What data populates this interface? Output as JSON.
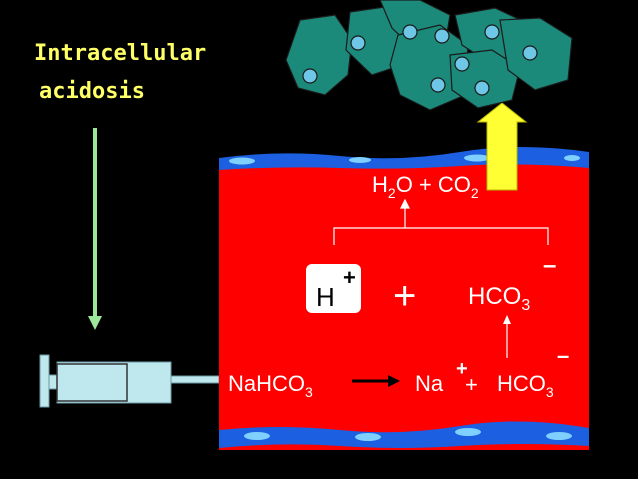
{
  "side_label": {
    "line1": "Intracellular",
    "line2": "acidosis"
  },
  "reaction": {
    "top": {
      "h": "H",
      "two_a": "2",
      "o_plus_c": "O + CO",
      "two_b": "2"
    },
    "proton": {
      "h": "H",
      "plus": "+"
    },
    "combine": "+",
    "bicarb": {
      "main": "HCO",
      "sub": "3",
      "minus": "–"
    },
    "nahco3": {
      "main": "NaHCO",
      "sub": "3"
    },
    "products": {
      "na": "Na",
      "na_plus": "+",
      "plus": "+",
      "hco": "HCO",
      "sub": "3",
      "minus": "–"
    }
  },
  "colors": {
    "vessel": "#ff0000",
    "wall": "#1c5fe0",
    "wall_nucleus": "#7fd0ff",
    "cell": "#1b8a7a",
    "cell_nucleus": "#6fc7e8",
    "arrow_down": "#9be89b",
    "arrow_up": "#ffff33",
    "syringe": "#bfe8ee"
  }
}
